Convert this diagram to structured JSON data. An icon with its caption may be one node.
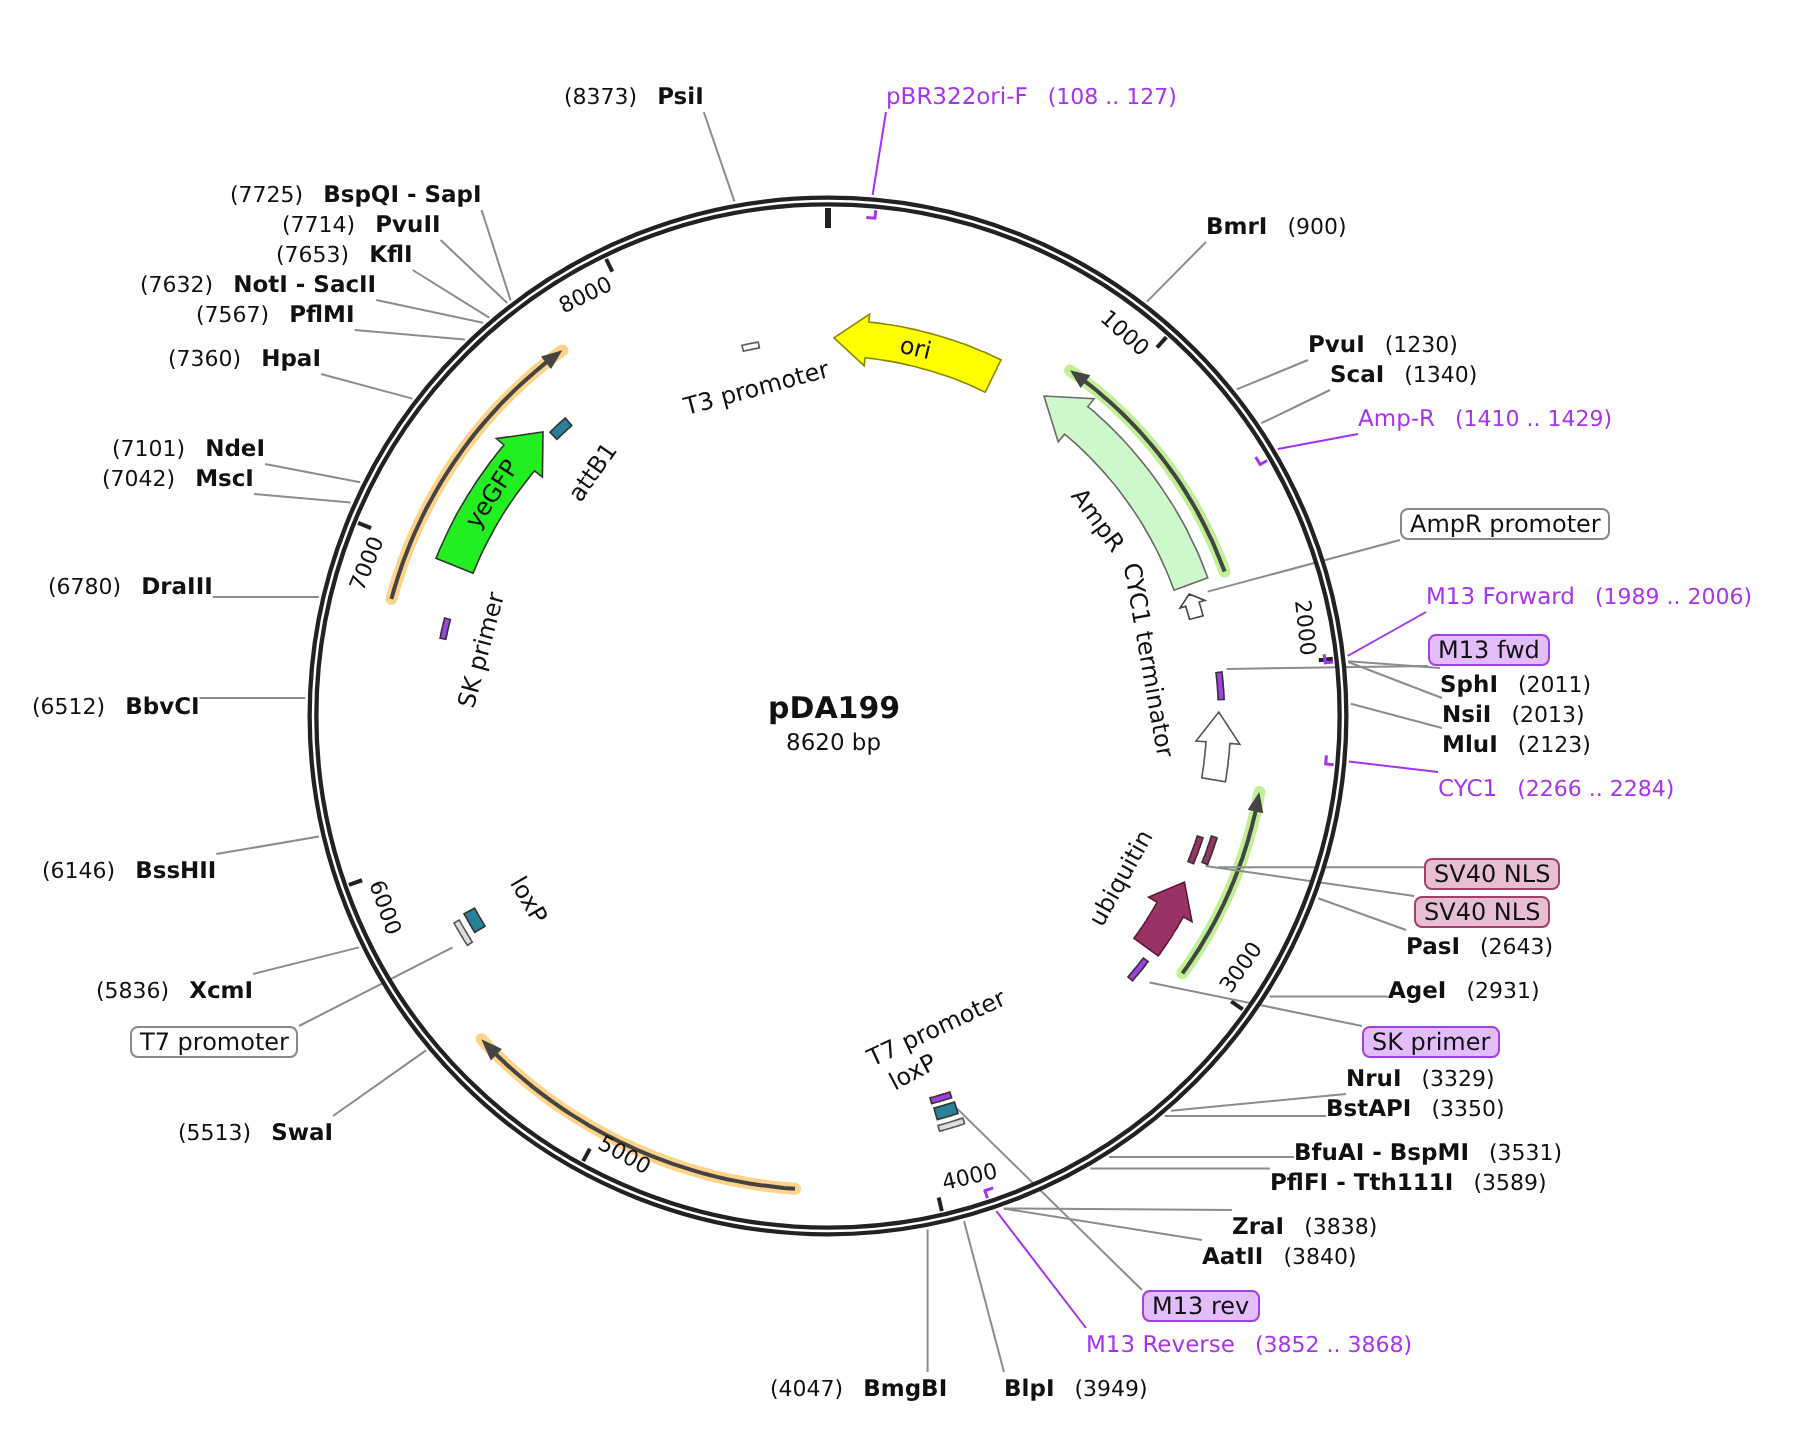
{
  "diagram": {
    "nodes": [
      {
        "text": [
          "pDA199",
          "8620 bp"
        ]
      },
      {
        "text": [
          "ori"
        ],
        "in": 0
      },
      {
        "text": [
          "AmpR"
        ],
        "in": 0
      },
      {
        "text": [],
        "shape": "arrow",
        "in": 0
      },
      {
        "text": [
          "CYC1 terminator"
        ],
        "in": 0
      },
      {
        "text": [],
        "shape": "bar",
        "in": 0
      },
      {
        "text": [],
        "shape": "bar",
        "in": 0
      },
      {
        "text": [],
        "shape": "bar",
        "in": 0
      },
      {
        "text": [
          "ubiquitin"
        ],
        "in": 0
      },
      {
        "text": [],
        "shape": "bar",
        "in": 0
      },
      {
        "text": [
          "T7 promoter"
        ],
        "in": 0
      },
      {
        "text": [
          "loxP"
        ],
        "in": 0
      },
      {
        "text": [],
        "shape": "bar",
        "in": 0
      },
      {
        "text": [],
        "shape": "bar",
        "in": 0
      },
      {
        "text": [
          "loxP"
        ],
        "in": 0
      },
      {
        "text": [
          "SK primer"
        ],
        "in": 0
      },
      {
        "text": [
          "yeGFP"
        ],
        "in": 0
      },
      {
        "text": [
          "attB1"
        ],
        "in": 0
      },
      {
        "text": [
          "T3 promoter"
        ],
        "in": 0
      },
      {
        "text": [
          "pBR322ori-F",
          "(108 .. 127)"
        ]
      },
      {
        "text": [
          "BmrI",
          "(900)"
        ]
      },
      {
        "text": [
          "PvuI",
          "(1230)"
        ]
      },
      {
        "text": [
          "ScaI",
          "(1340)"
        ]
      },
      {
        "text": [
          "Amp-R",
          "(1410 .. 1429)"
        ]
      },
      {
        "text": [
          "AmpR promoter"
        ]
      },
      {
        "text": [
          "M13 Forward",
          "(1989 .. 2006)"
        ]
      },
      {
        "text": [
          "M13 fwd"
        ]
      },
      {
        "text": [
          "SphI",
          "(2011)"
        ]
      },
      {
        "text": [
          "NsiI",
          "(2013)"
        ]
      },
      {
        "text": [
          "MluI",
          "(2123)"
        ]
      },
      {
        "text": [
          "CYC1",
          "(2266 .. 2284)"
        ]
      },
      {
        "text": [
          "SV40 NLS"
        ]
      },
      {
        "text": [
          "SV40 NLS"
        ]
      },
      {
        "text": [
          "PasI",
          "(2643)"
        ]
      },
      {
        "text": [
          "AgeI",
          "(2931)"
        ]
      },
      {
        "text": [
          "SK primer"
        ]
      },
      {
        "text": [
          "NruI",
          "(3329)"
        ]
      },
      {
        "text": [
          "BstAPI",
          "(3350)"
        ]
      },
      {
        "text": [
          "BfuAI - BspMI",
          "(3531)"
        ]
      },
      {
        "text": [
          "PflFI - Tth111I",
          "(3589)"
        ]
      },
      {
        "text": [
          "ZraI",
          "(3838)"
        ]
      },
      {
        "text": [
          "AatII",
          "(3840)"
        ]
      },
      {
        "text": [
          "M13 rev"
        ]
      },
      {
        "text": [
          "M13 Reverse",
          "(3852 .. 3868)"
        ]
      },
      {
        "text": [
          "BlpI",
          "(3949)"
        ]
      },
      {
        "text": [
          "(4047)",
          "BmgBI"
        ]
      },
      {
        "text": [
          "(5513)",
          "SwaI"
        ]
      },
      {
        "text": [
          "T7 promoter"
        ]
      },
      {
        "text": [
          "(5836)",
          "XcmI"
        ]
      },
      {
        "text": [
          "(6146)",
          "BssHII"
        ]
      },
      {
        "text": [
          "(6512)",
          "BbvCI"
        ]
      },
      {
        "text": [
          "(6780)",
          "DraIII"
        ]
      },
      {
        "text": [
          "(7042)",
          "MscI"
        ]
      },
      {
        "text": [
          "(7101)",
          "NdeI"
        ]
      },
      {
        "text": [
          "(7360)",
          "HpaI"
        ]
      },
      {
        "text": [
          "(7567)",
          "PflMI"
        ]
      },
      {
        "text": [
          "(7632)",
          "NotI - SacII"
        ]
      },
      {
        "text": [
          "(7653)",
          "KflI"
        ]
      },
      {
        "text": [
          "(7714)",
          "PvuII"
        ]
      },
      {
        "text": [
          "(7725)",
          "BspQI - SapI"
        ]
      },
      {
        "text": [
          "(8373)",
          "PsiI"
        ]
      }
    ],
    "edges": [
      {
        "from": 19,
        "to": 0,
        "arrow": "none",
        "color": "#a733f0"
      },
      {
        "from": 20,
        "to": 0,
        "arrow": "none"
      },
      {
        "from": 21,
        "to": 0,
        "arrow": "none"
      },
      {
        "from": 22,
        "to": 0,
        "arrow": "none"
      },
      {
        "from": 23,
        "to": 0,
        "arrow": "none",
        "color": "#a733f0"
      },
      {
        "from": 24,
        "to": 3,
        "arrow": "none"
      },
      {
        "from": 25,
        "to": 0,
        "arrow": "none",
        "color": "#a733f0"
      },
      {
        "from": 26,
        "to": 5,
        "arrow": "none"
      },
      {
        "from": 27,
        "to": 0,
        "arrow": "none"
      },
      {
        "from": 28,
        "to": 0,
        "arrow": "none"
      },
      {
        "from": 29,
        "to": 0,
        "arrow": "none"
      },
      {
        "from": 30,
        "to": 0,
        "arrow": "none",
        "color": "#a733f0"
      },
      {
        "from": 31,
        "to": 6,
        "arrow": "none"
      },
      {
        "from": 32,
        "to": 7,
        "arrow": "none"
      },
      {
        "from": 33,
        "to": 0,
        "arrow": "none"
      },
      {
        "from": 34,
        "to": 0,
        "arrow": "none"
      },
      {
        "from": 35,
        "to": 9,
        "arrow": "none"
      },
      {
        "from": 36,
        "to": 0,
        "arrow": "none"
      },
      {
        "from": 37,
        "to": 0,
        "arrow": "none"
      },
      {
        "from": 38,
        "to": 0,
        "arrow": "none"
      },
      {
        "from": 39,
        "to": 0,
        "arrow": "none"
      },
      {
        "from": 40,
        "to": 0,
        "arrow": "none"
      },
      {
        "from": 41,
        "to": 0,
        "arrow": "none"
      },
      {
        "from": 42,
        "to": 12,
        "arrow": "none"
      },
      {
        "from": 43,
        "to": 0,
        "arrow": "none",
        "color": "#a733f0"
      },
      {
        "from": 44,
        "to": 0,
        "arrow": "none"
      },
      {
        "from": 45,
        "to": 0,
        "arrow": "none"
      },
      {
        "from": 46,
        "to": 0,
        "arrow": "none"
      },
      {
        "from": 47,
        "to": 13,
        "arrow": "none"
      },
      {
        "from": 48,
        "to": 0,
        "arrow": "none"
      },
      {
        "from": 49,
        "to": 0,
        "arrow": "none"
      },
      {
        "from": 50,
        "to": 0,
        "arrow": "none"
      },
      {
        "from": 51,
        "to": 0,
        "arrow": "none"
      },
      {
        "from": 52,
        "to": 0,
        "arrow": "none"
      },
      {
        "from": 53,
        "to": 0,
        "arrow": "none"
      },
      {
        "from": 54,
        "to": 0,
        "arrow": "none"
      },
      {
        "from": 55,
        "to": 0,
        "arrow": "none"
      },
      {
        "from": 56,
        "to": 0,
        "arrow": "none"
      },
      {
        "from": 57,
        "to": 0,
        "arrow": "none"
      },
      {
        "from": 58,
        "to": 0,
        "arrow": "none"
      },
      {
        "from": 59,
        "to": 0,
        "arrow": "none"
      },
      {
        "from": 60,
        "to": 0,
        "arrow": "none"
      }
    ],
    "labels": [
      "1000",
      "2000",
      "3000",
      "4000",
      "5000",
      "6000",
      "7000",
      "8000"
    ]
  }
}
